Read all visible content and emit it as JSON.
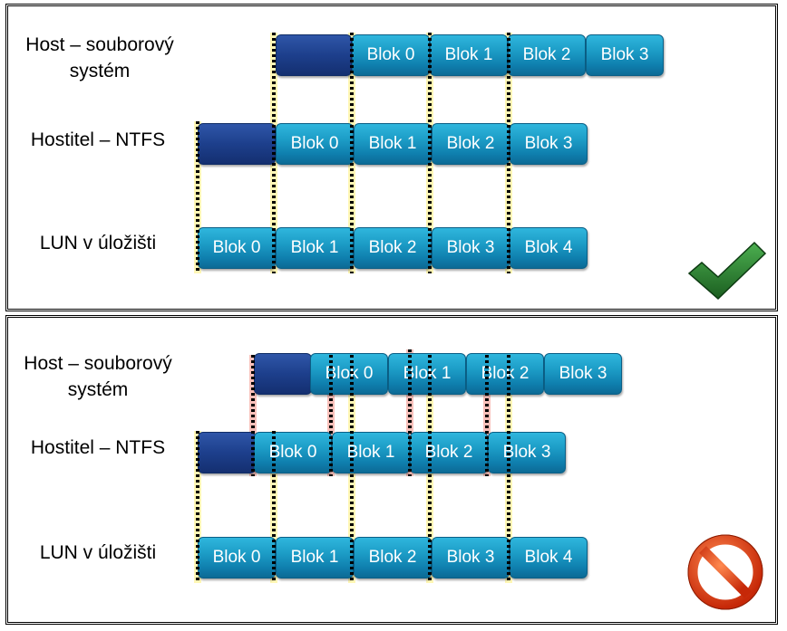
{
  "rows": {
    "host_label": "Host – souborový systém",
    "ntfs_label": "Hostitel – NTFS",
    "lun_label": "LUN v úložišti"
  },
  "aligned": {
    "host_blocks": [
      "Blok 0",
      "Blok 1",
      "Blok 2",
      "Blok 3"
    ],
    "ntfs_blocks": [
      "Blok 0",
      "Blok 1",
      "Blok 2",
      "Blok 3"
    ],
    "lun_blocks": [
      "Blok 0",
      "Blok 1",
      "Blok 2",
      "Blok 3",
      "Blok 4"
    ],
    "status_icon": "checkmark-icon"
  },
  "misaligned": {
    "host_blocks": [
      "Blok 0",
      "Blok 1",
      "Blok 2",
      "Blok 3"
    ],
    "ntfs_blocks": [
      "Blok 0",
      "Blok 1",
      "Blok 2",
      "Blok 3"
    ],
    "lun_blocks": [
      "Blok 0",
      "Blok 1",
      "Blok 2",
      "Blok 3",
      "Blok 4"
    ],
    "status_icon": "prohibited-icon"
  },
  "colors": {
    "block": "#1c9cc6",
    "padding": "#1d3f8c",
    "guide_ok": "#fff078",
    "guide_bad": "#f5968c",
    "check": "#2e7d32",
    "prohibit": "#d84315"
  }
}
